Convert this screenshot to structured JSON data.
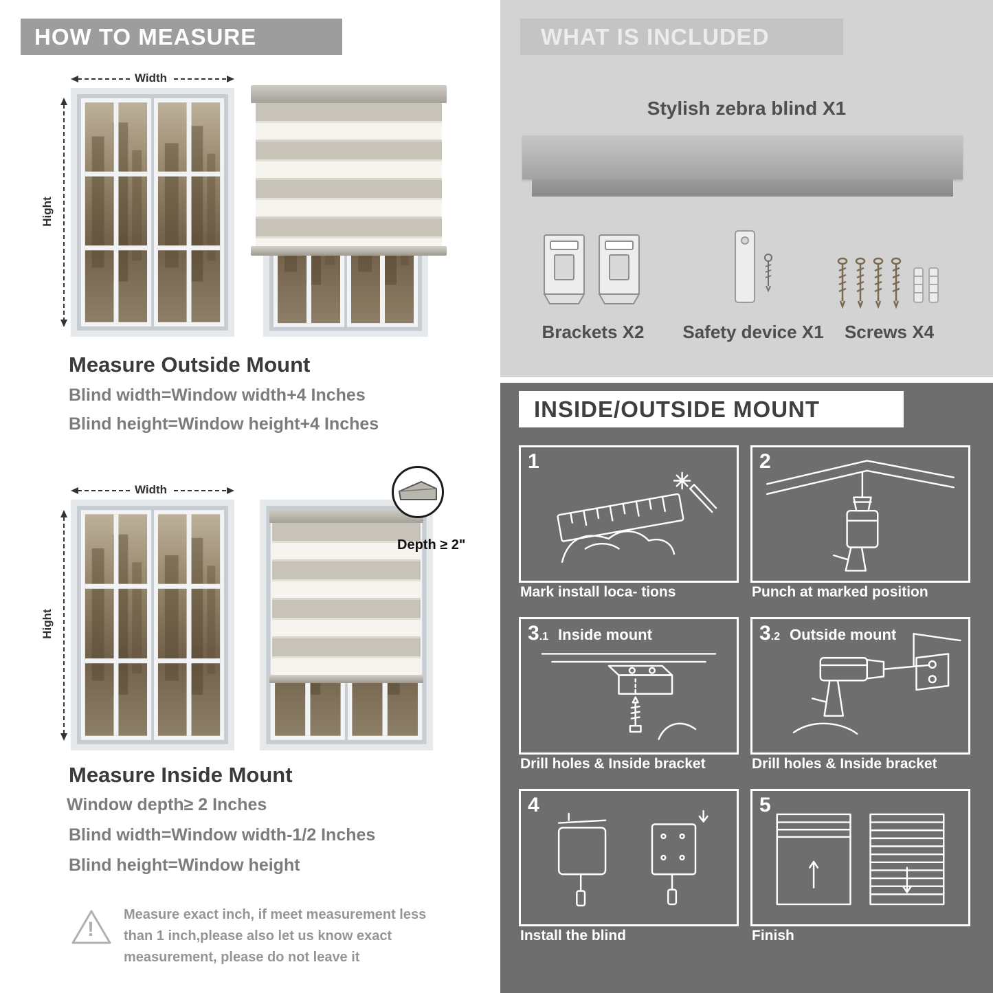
{
  "left": {
    "header": "HOW TO MEASURE",
    "warning_mark": "!",
    "outside": {
      "width_label": "Width",
      "height_label": "Hight",
      "title": "Measure Outside Mount",
      "lines": [
        "Blind width=Window width+4 Inches",
        "Blind height=Window height+4 Inches"
      ]
    },
    "inside": {
      "width_label": "Width",
      "height_label": "Hight",
      "depth_label": "Depth ≥ 2\"",
      "title": "Measure Inside Mount",
      "lines": [
        "Window depth≥ 2 Inches",
        "Blind width=Window width-1/2 Inches",
        "Blind height=Window height"
      ]
    },
    "note": "Measure exact inch, if meet measurement less than 1 inch,please also let us know exact measurement, please do not leave it"
  },
  "included": {
    "header": "WHAT IS INCLUDED",
    "product_label": "Stylish zebra blind X1",
    "items": [
      {
        "label": "Brackets X2"
      },
      {
        "label": "Safety device X1"
      },
      {
        "label": "Screws X4"
      }
    ]
  },
  "mount": {
    "header": "INSIDE/OUTSIDE MOUNT",
    "steps": [
      {
        "num": "1",
        "sub": "",
        "title": "",
        "caption": "Mark install loca- tions"
      },
      {
        "num": "2",
        "sub": "",
        "title": "",
        "caption": "Punch at  marked position"
      },
      {
        "num": "3",
        "sub": ".1",
        "title": "Inside mount",
        "caption": "Drill holes &  Inside bracket"
      },
      {
        "num": "3",
        "sub": ".2",
        "title": "Outside mount",
        "caption": "Drill holes &  Inside bracket"
      },
      {
        "num": "4",
        "sub": "",
        "title": "",
        "caption": "Install the blind"
      },
      {
        "num": "5",
        "sub": "",
        "title": "",
        "caption": "Finish"
      }
    ]
  }
}
